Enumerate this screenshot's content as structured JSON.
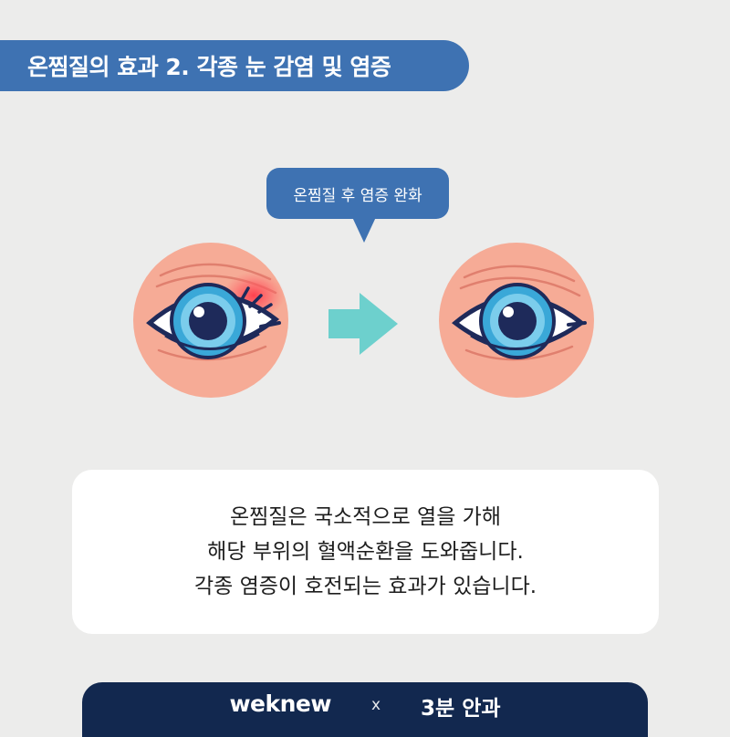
{
  "title": "온찜질의 효과 2. 각종 눈 감염 및 염증",
  "bubble": "온찜질 후 염증 완화",
  "body_lines": [
    "온찜질은 국소적으로 열을 가해",
    "해당 부위의 혈액순환을 도와줍니다.",
    "각종 염증이 호전되는 효과가 있습니다."
  ],
  "footer": {
    "brand": "weknew",
    "separator": "x",
    "partner": "3분 안과"
  },
  "colors": {
    "background": "#ececeb",
    "banner": "#3e72b2",
    "arrow": "#6dd0cd",
    "footer": "#12284f",
    "skin": "#f6ab96",
    "iris": "#3aa8d8"
  }
}
